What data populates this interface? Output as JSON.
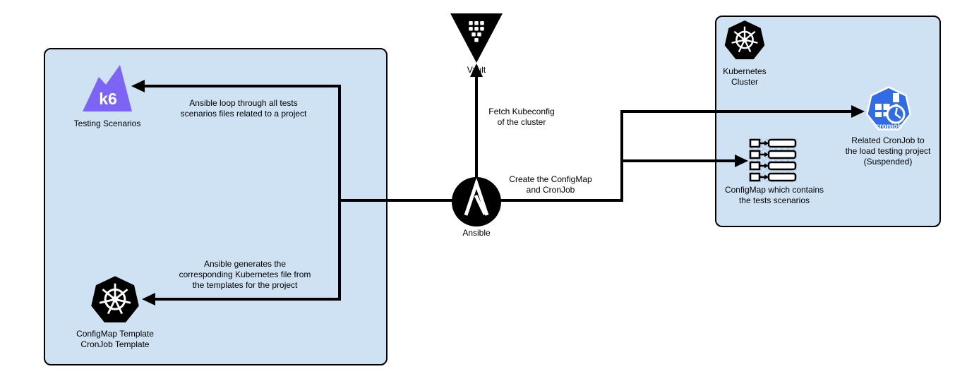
{
  "colors": {
    "canvas_bg": "#ffffff",
    "box_fill": "#cfe2f3",
    "box_border": "#000000",
    "line_color": "#000000",
    "k6_purple": "#7d64f5",
    "cronjob_blue": "#326ce5",
    "k8s_black": "#000000",
    "text_color": "#000000"
  },
  "icons": {
    "k6": "k6-mountain-icon",
    "kubernetes_templates": "kubernetes-helm-wheel-icon",
    "kubernetes_cluster": "kubernetes-helm-wheel-icon",
    "vault": "vault-triangle-icon",
    "ansible": "ansible-a-icon",
    "cronjob": "kubernetes-cronjob-icon",
    "configmap": "configmap-rows-icon"
  },
  "left_box": {
    "k6_label": "Testing Scenarios",
    "templates_label": "ConfigMap Template\nCronJob Template"
  },
  "nodes": {
    "vault_label": "Vault",
    "ansible_label": "Ansible"
  },
  "edges": {
    "loop_label": "Ansible loop through all tests\nscenarios files related to a project",
    "generate_label": "Ansible generates the\ncorresponding Kubernetes file from\nthe templates for the project",
    "fetch_label": "Fetch Kubeconfig\nof the cluster",
    "create_label": "Create the ConfigMap\nand CronJob"
  },
  "right_box": {
    "cluster_label": "Kubernetes\nCluster",
    "cronjob_icon_text": "cronjob",
    "cronjob_caption": "Related CronJob to\nthe load testing project\n(Suspended)",
    "configmap_caption": "ConfigMap which contains\nthe tests scenarios"
  }
}
